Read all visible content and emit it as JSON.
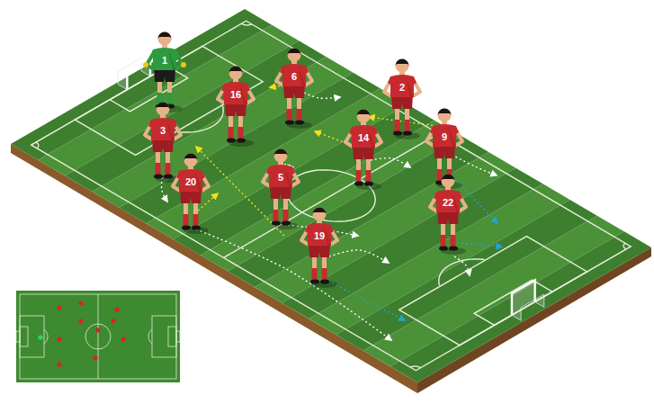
{
  "diagram": {
    "labels": [
      "6",
      "1",
      "2",
      "16",
      "14",
      "3",
      "9",
      "20",
      "5",
      "22",
      "19"
    ]
  }
}
